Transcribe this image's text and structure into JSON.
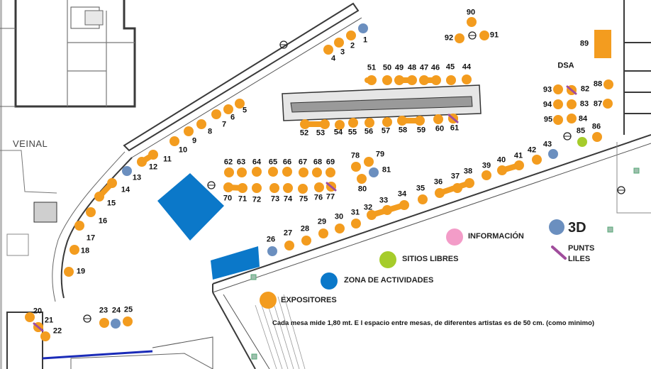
{
  "colors": {
    "expositor": "#f39c1f",
    "expositor_stroke": "#d8820c",
    "actividades": "#0b78c9",
    "libres": "#a6cc2b",
    "info": "#f39cc8",
    "three_d": "#6b8fbf",
    "punts": "#a04d9c",
    "walls": "#3a3a3a"
  },
  "map": {
    "road_name": "VEINAL",
    "stall_labels": [
      "1",
      "2",
      "3",
      "4",
      "5",
      "6",
      "7",
      "8",
      "9",
      "10",
      "11",
      "12",
      "13",
      "14",
      "15",
      "16",
      "17",
      "18",
      "19",
      "20",
      "21",
      "22",
      "23",
      "24",
      "25",
      "26",
      "27",
      "28",
      "29",
      "30",
      "31",
      "32",
      "33",
      "34",
      "35",
      "36",
      "37",
      "38",
      "39",
      "40",
      "41",
      "42",
      "43",
      "44",
      "45",
      "46",
      "47",
      "48",
      "49",
      "50",
      "51",
      "52",
      "53",
      "54",
      "55",
      "56",
      "57",
      "58",
      "59",
      "60",
      "61",
      "62",
      "63",
      "64",
      "65",
      "66",
      "67",
      "68",
      "69",
      "70",
      "71",
      "72",
      "73",
      "74",
      "75",
      "76",
      "77",
      "78",
      "79",
      "80",
      "81",
      "82",
      "83",
      "84",
      "85",
      "86",
      "87",
      "88",
      "89",
      "90",
      "91",
      "92",
      "93",
      "94",
      "95"
    ],
    "dsa_label": "DSA"
  },
  "legend": {
    "items": [
      {
        "key": "informacion",
        "label": "INFORMACIÓN",
        "icon": "pink-circle"
      },
      {
        "key": "three_d",
        "label": "3D",
        "icon": "blue-grey-circle"
      },
      {
        "key": "libres",
        "label": "SITIOS LIBRES",
        "icon": "green-circle"
      },
      {
        "key": "punts",
        "label": "PUNTS\nLILES",
        "icon": "purple-line"
      },
      {
        "key": "actividades",
        "label": "ZONA DE  ACTIVIDADES",
        "icon": "blue-circle"
      },
      {
        "key": "expositores",
        "label": "EXPOSITORES",
        "icon": "orange-circle"
      }
    ],
    "punts_line1": "PUNTS",
    "punts_line2": "LILES"
  },
  "note": "Cada mesa mide 1,80 mt. E l espacio entre mesas, de diferentes artistas es de 50 cm.  (como minimo)"
}
